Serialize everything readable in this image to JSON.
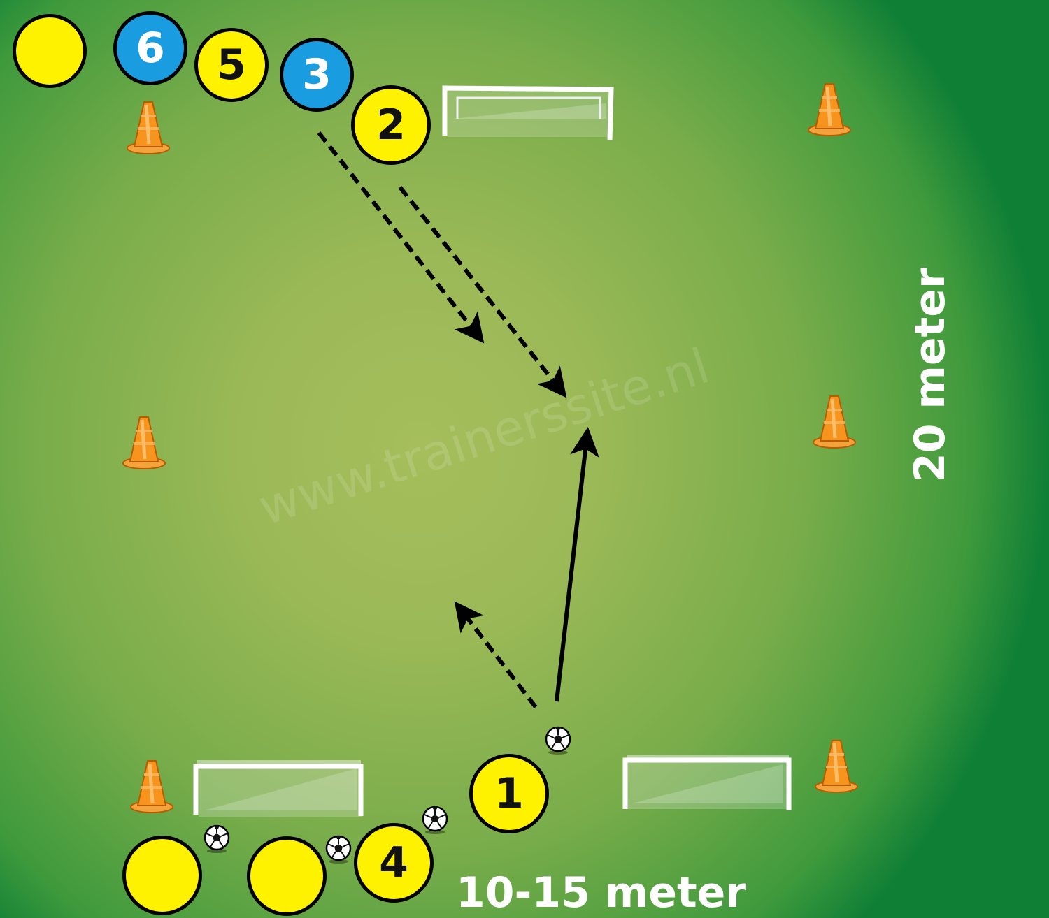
{
  "labels": {
    "width": "10-15 meter",
    "length": "20 meter"
  },
  "watermark": "www.trainerssite.nl",
  "colors": {
    "field_light": "#a6be5c",
    "field_dark": "#0f7f36",
    "player_yellow": "#fff200",
    "player_blue": "#1a9de0",
    "cone": "#f7941d"
  },
  "players": [
    {
      "id": "a",
      "number": "",
      "team": "yellow"
    },
    {
      "id": "6",
      "number": "6",
      "team": "blue"
    },
    {
      "id": "5",
      "number": "5",
      "team": "yellow"
    },
    {
      "id": "3",
      "number": "3",
      "team": "blue"
    },
    {
      "id": "2",
      "number": "2",
      "team": "yellow"
    },
    {
      "id": "1",
      "number": "1",
      "team": "yellow"
    },
    {
      "id": "4",
      "number": "4",
      "team": "yellow"
    },
    {
      "id": "b",
      "number": "",
      "team": "yellow"
    },
    {
      "id": "c",
      "number": "",
      "team": "yellow"
    }
  ],
  "icons": {
    "cone": "cone-icon",
    "ball": "soccer-ball-icon",
    "goal": "goal-icon"
  }
}
